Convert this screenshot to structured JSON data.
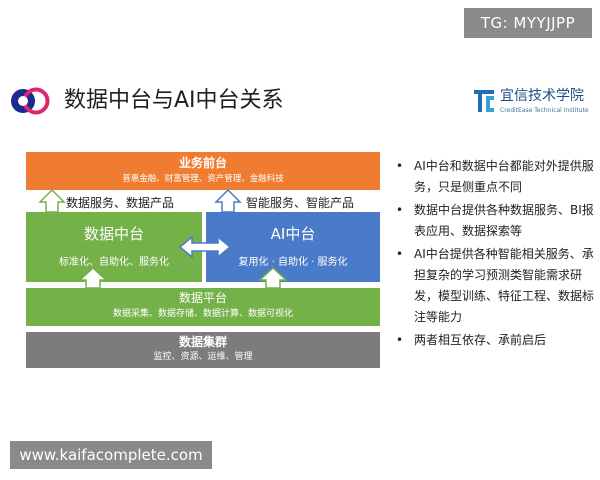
{
  "watermarks": {
    "top_right": "TG: MYYJJPP",
    "bottom_left": "www.kaifacomplete.com"
  },
  "header": {
    "title": "数据中台与AI中台关系",
    "brand_name": "宜信技术学院",
    "brand_subtitle": "CreditEase Technical Institute"
  },
  "diagram": {
    "business_frontend": {
      "title": "业务前台",
      "subtitle": "普惠金融、财富管理、资产管理、金融科技"
    },
    "left_arrow_label": "数据服务、数据产品",
    "right_arrow_label": "智能服务、智能产品",
    "data_middle": {
      "title": "数据中台",
      "subtitle": "标准化、自助化、服务化"
    },
    "ai_middle": {
      "title": "AI中台",
      "subtitle": "复用化 · 自助化 · 服务化"
    },
    "data_platform": {
      "title": "数据平台",
      "subtitle": "数据采集、数据存储、数据计算、数据可视化"
    },
    "data_cluster": {
      "title": "数据集群",
      "subtitle": "监控、资源、运维、管理"
    },
    "colors": {
      "orange": "#ef7c30",
      "green": "#74b249",
      "blue": "#4a7bc8",
      "gray": "#7c7c7c"
    }
  },
  "bullets": [
    "AI中台和数据中台都能对外提供服务，只是侧重点不同",
    "数据中台提供各种数据服务、BI报表应用、数据探索等",
    "AI中台提供各种智能相关服务、承担复杂的学习预测类智能需求研发，模型训练、特征工程、数据标注等能力",
    "两者相互依存、承前启后"
  ]
}
